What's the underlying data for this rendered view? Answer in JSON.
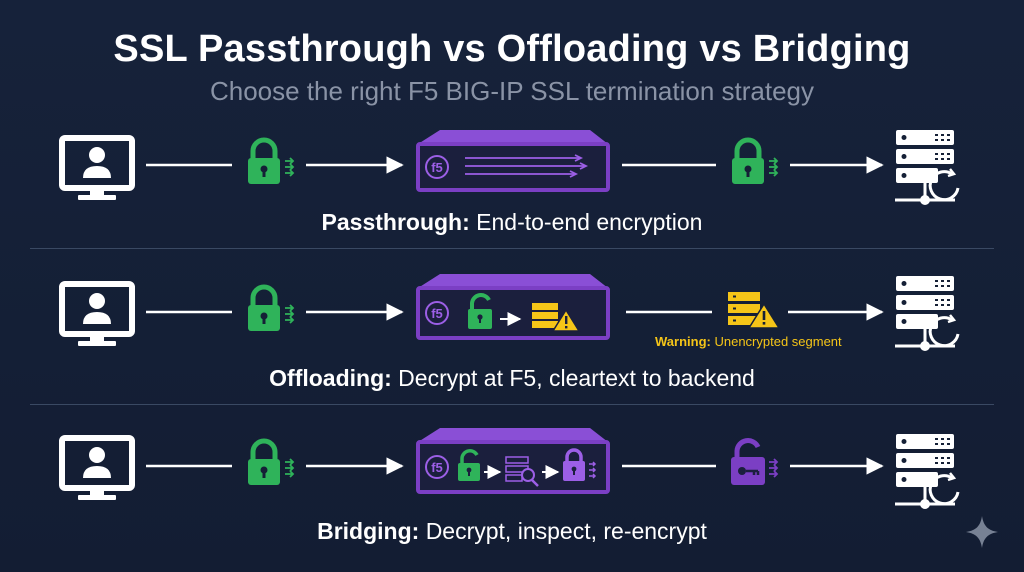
{
  "title": "SSL Passthrough vs Offloading vs Bridging",
  "subtitle": "Choose the right F5 BIG-IP SSL termination strategy",
  "rows": [
    {
      "label_bold": "Passthrough:",
      "label_rest": "End-to-end encryption"
    },
    {
      "label_bold": "Offloading:",
      "label_rest": "Decrypt at F5, cleartext to backend",
      "warning_bold": "Warning:",
      "warning_rest": "Unencrypted segment"
    },
    {
      "label_bold": "Bridging:",
      "label_rest": "Decrypt, inspect, re-encrypt"
    }
  ],
  "appliance_logo": "f5",
  "icons": [
    "monitor-user-icon",
    "padlock-icon",
    "f5-appliance-icon",
    "server-rack-icon",
    "unlock-icon",
    "warning-server-icon",
    "inspect-icon",
    "key-unlock-icon",
    "sparkle-icon"
  ],
  "colors": {
    "green": "#2fb35a",
    "purple": "#7b3fc4",
    "purple_light": "#9c5fe6",
    "warning": "#f5c518",
    "background": "#152036"
  }
}
